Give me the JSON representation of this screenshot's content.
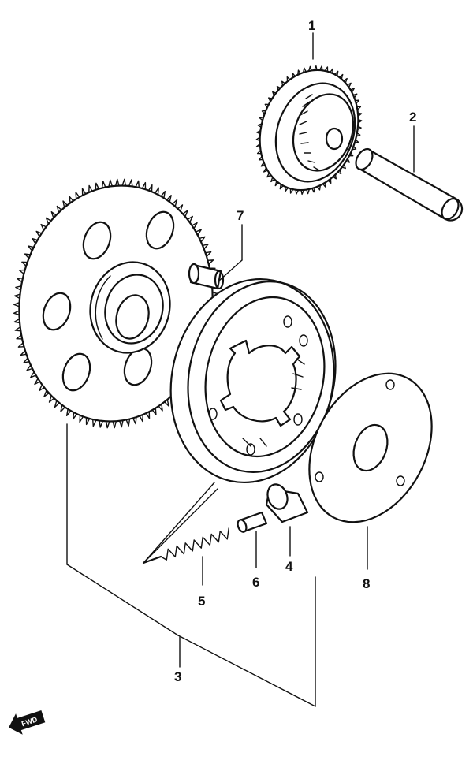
{
  "callouts": [
    {
      "id": "1",
      "label": "1"
    },
    {
      "id": "2",
      "label": "2"
    },
    {
      "id": "3",
      "label": "3"
    },
    {
      "id": "4",
      "label": "4"
    },
    {
      "id": "5",
      "label": "5"
    },
    {
      "id": "6",
      "label": "6"
    },
    {
      "id": "7",
      "label": "7"
    },
    {
      "id": "8",
      "label": "8"
    }
  ],
  "direction_arrow": {
    "label": "FWD"
  },
  "colors": {
    "ink": "#111111",
    "paper": "#ffffff"
  }
}
